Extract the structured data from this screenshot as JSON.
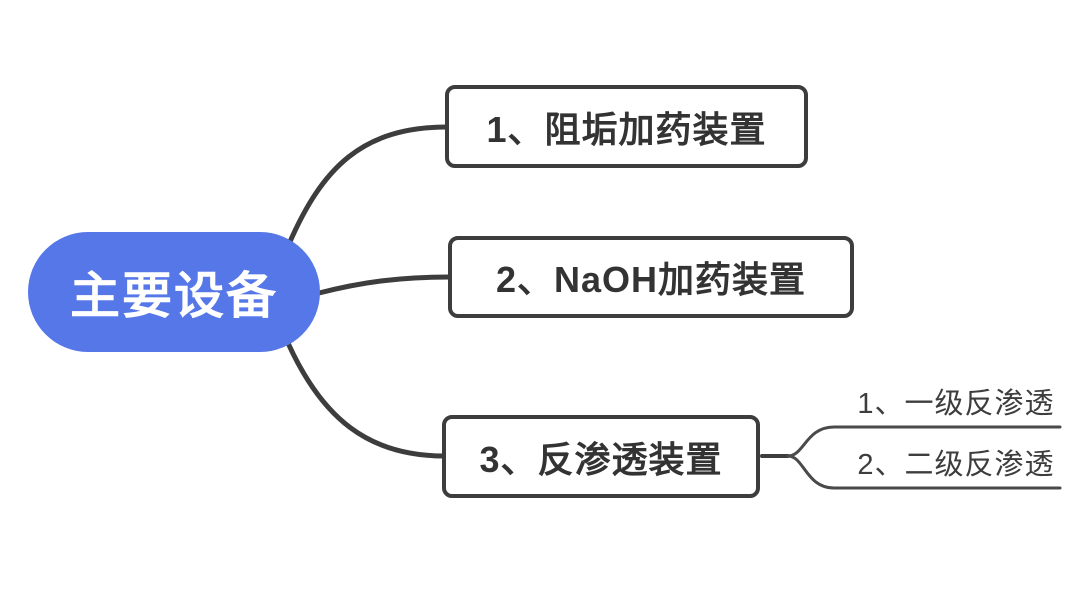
{
  "root": {
    "label": "主要设备"
  },
  "branches": [
    {
      "label": "1、阻垢加药装置"
    },
    {
      "label": "2、NaOH加药装置"
    },
    {
      "label": "3、反渗透装置",
      "children": [
        {
          "label": "1、一级反渗透"
        },
        {
          "label": "2、二级反渗透"
        }
      ]
    }
  ],
  "colors": {
    "root_fill": "#5677e8",
    "root_text": "#ffffff",
    "branch_border": "#3d3d3d",
    "branch_text": "#333333",
    "connector": "#3d3d3d",
    "sub_line": "#4a4a4a",
    "background": "#ffffff"
  }
}
